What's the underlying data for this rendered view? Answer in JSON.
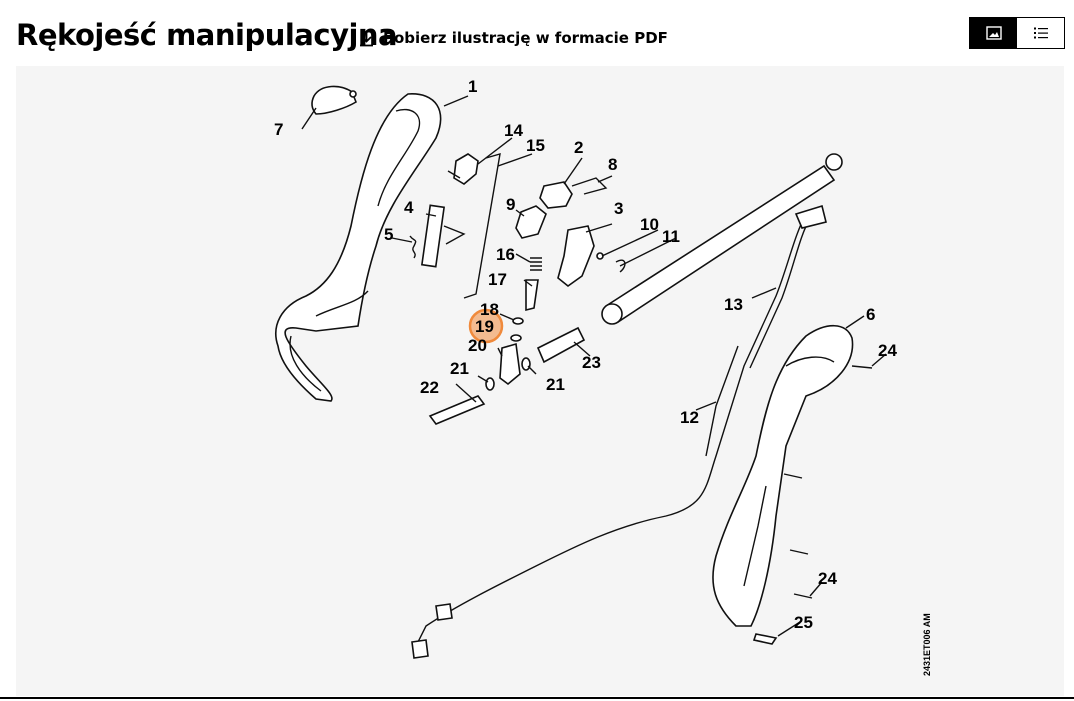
{
  "header": {
    "title": "Rękojeść manipulacyjna",
    "download_label": "Pobierz ilustrację w formacie PDF"
  },
  "view_toggle": {
    "image_icon": "image-icon",
    "list_icon": "list-icon",
    "active": "image"
  },
  "diagram": {
    "selected": "19",
    "highlight_color": "#f08a3c",
    "code": "2431ET006 AM",
    "callouts": [
      "1",
      "2",
      "3",
      "4",
      "5",
      "6",
      "7",
      "8",
      "9",
      "10",
      "11",
      "12",
      "13",
      "14",
      "15",
      "16",
      "17",
      "18",
      "19",
      "20",
      "21",
      "21",
      "22",
      "23",
      "24",
      "24",
      "25"
    ]
  }
}
